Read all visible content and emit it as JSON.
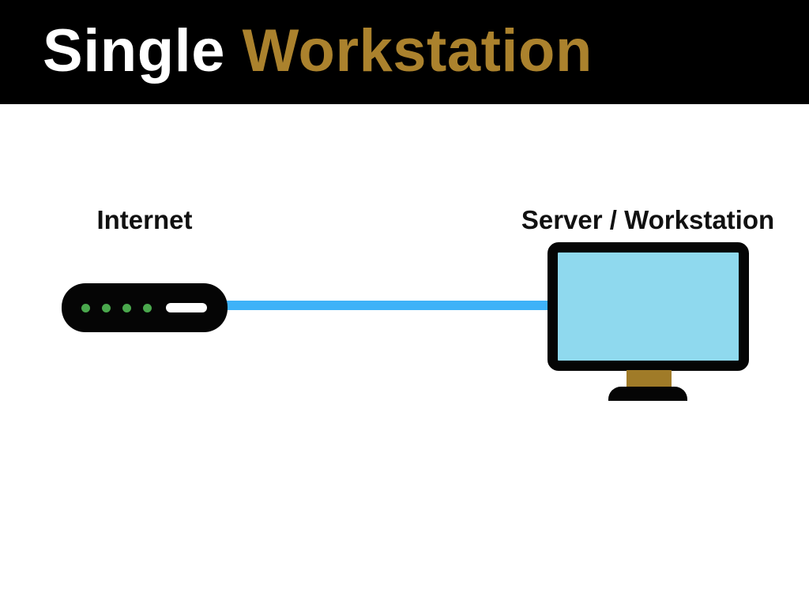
{
  "banner": {
    "title_part_primary": "Single ",
    "title_part_accent": "Workstation"
  },
  "diagram": {
    "type": "network-diagram",
    "nodes": [
      {
        "id": "internet",
        "label": "Internet",
        "icon": "router-modem-icon",
        "led_count": 4
      },
      {
        "id": "server-workstation",
        "label": "Server / Workstation",
        "icon": "monitor-icon"
      }
    ],
    "edge": {
      "from": "internet",
      "to": "server-workstation",
      "style": "solid-horizontal-line"
    }
  },
  "colors": {
    "page_bg": "#ffffff",
    "banner_bg": "#000000",
    "title_primary": "#ffffff",
    "title_accent": "#ab822d",
    "label_text": "#111111",
    "link_line": "#3eb2f8",
    "device_body": "#050505",
    "led_green": "#4aa84d",
    "led_pill": "#ffffff",
    "monitor_screen": "#8fd9ee",
    "monitor_stand": "#a07b28"
  }
}
